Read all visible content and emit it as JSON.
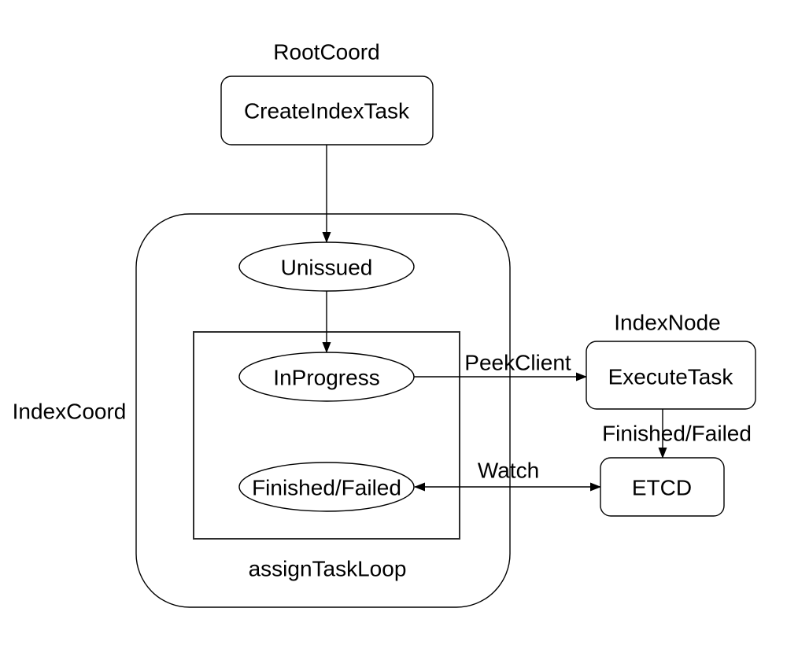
{
  "diagram": {
    "group_labels": {
      "root_coord": "RootCoord",
      "index_coord": "IndexCoord",
      "index_node": "IndexNode",
      "assign_task_loop": "assignTaskLoop"
    },
    "nodes": {
      "create_index_task": "CreateIndexTask",
      "unissued": "Unissued",
      "in_progress": "InProgress",
      "finished_failed": "Finished/Failed",
      "execute_task": "ExecuteTask",
      "etcd": "ETCD"
    },
    "edge_labels": {
      "peek_client": "PeekClient",
      "finished_failed": "Finished/Failed",
      "watch": "Watch"
    },
    "colors": {
      "stroke": "#000000",
      "text": "#000000",
      "background": "#ffffff"
    }
  }
}
